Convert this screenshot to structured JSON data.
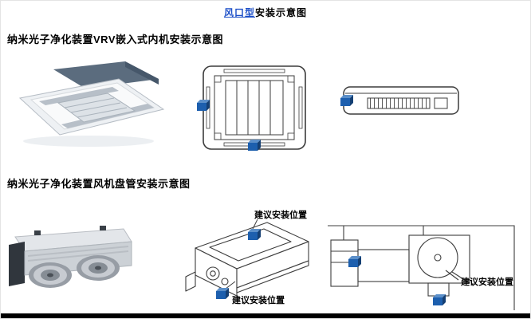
{
  "page": {
    "title_highlight": "风口型",
    "title_rest": "安装示意图"
  },
  "sections": [
    {
      "heading": "纳米光子净化装置VRV嵌入式内机安装示意图"
    },
    {
      "heading": "纳米光子净化装置风机盘管安装示意图"
    }
  ],
  "labels": {
    "suggested_position": "建议安装位置"
  },
  "colors": {
    "title_blue": "#1E50C8",
    "marker_blue": "#1D5FAE",
    "line_dark": "#3C3C3C"
  }
}
